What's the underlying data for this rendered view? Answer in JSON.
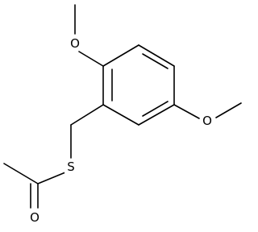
{
  "structure": {
    "atoms": {
      "o_top": "O",
      "o_right": "O",
      "s": "S",
      "o_carbonyl": "O"
    }
  },
  "colors": {
    "bond": "#000000",
    "label": "#000000",
    "background": "#ffffff"
  }
}
